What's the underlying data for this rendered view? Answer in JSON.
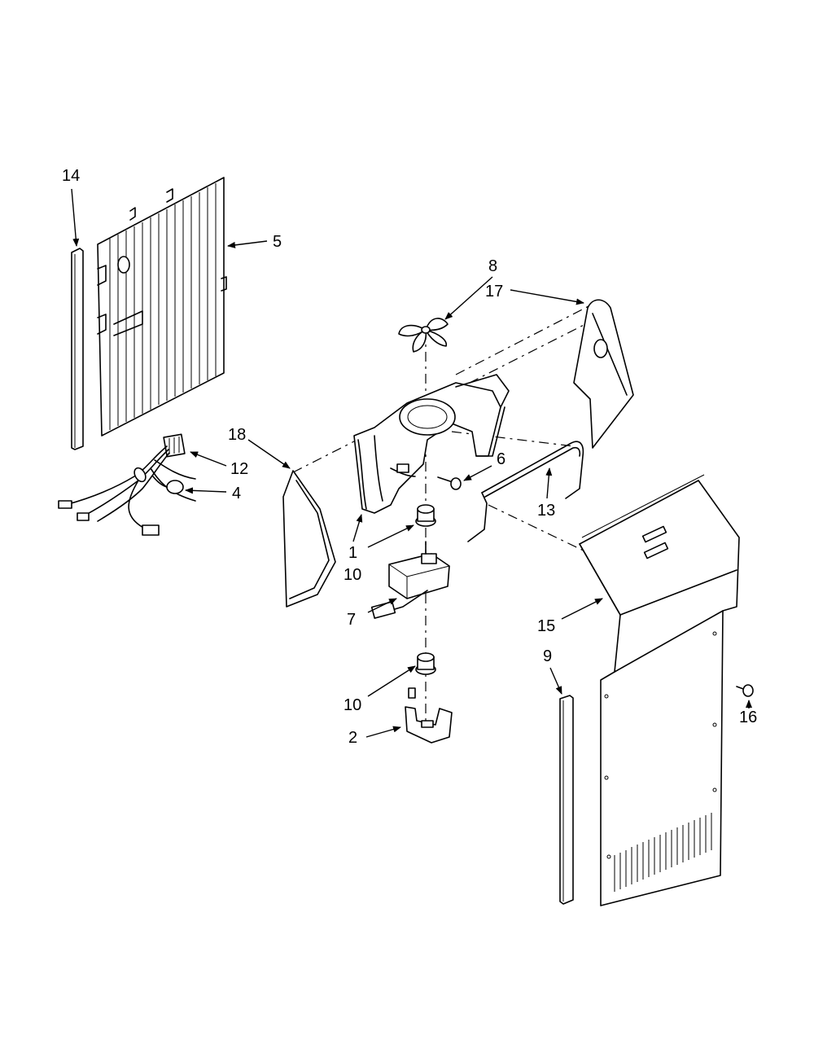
{
  "callouts": {
    "c1": "1",
    "c2": "2",
    "c4": "4",
    "c5": "5",
    "c6": "6",
    "c7": "7",
    "c8": "8",
    "c9": "9",
    "c10a": "10",
    "c10b": "10",
    "c12": "12",
    "c13": "13",
    "c14": "14",
    "c15": "15",
    "c16": "16",
    "c17": "17",
    "c18": "18"
  }
}
